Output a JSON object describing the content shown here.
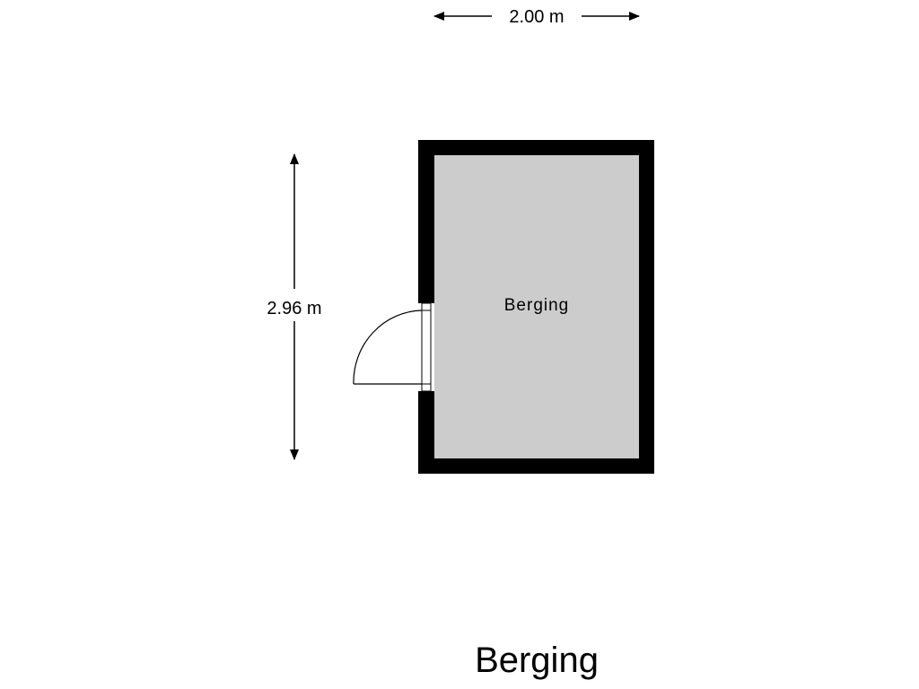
{
  "plan": {
    "floor_title": "Berging",
    "room_label": "Berging",
    "width_dimension": "2.00 m",
    "height_dimension": "2.96 m",
    "colors": {
      "wall": "#000000",
      "floor": "#cccccc",
      "background": "#ffffff"
    }
  }
}
